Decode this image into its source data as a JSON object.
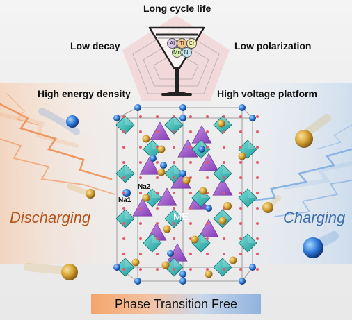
{
  "properties": {
    "top": "Long cycle life",
    "upper_left": "Low decay",
    "upper_right": "Low polarization",
    "lower_left": "High energy density",
    "lower_right": "High voltage platform"
  },
  "glass_elements": [
    "Al",
    "Ti",
    "Cr",
    "Mn",
    "Ni"
  ],
  "glass_element_colors": [
    "#d8c6ea",
    "#f2c48a",
    "#f3efb0",
    "#d9efb0",
    "#bfe3f0"
  ],
  "process": {
    "left": "Discharging",
    "right": "Charging",
    "left_color": "#b5551e",
    "right_color": "#3d6fa8"
  },
  "site_labels": {
    "na1": "Na1",
    "na2": "Na2",
    "me": "ME"
  },
  "banner": "Phase Transition Free",
  "colors": {
    "octahedron": "#2fb3b0",
    "prism": "#9a48c8",
    "sodium_gold": "#d9a12a",
    "sodium_blue": "#2f74d0",
    "oxygen": "#e35b6b"
  }
}
